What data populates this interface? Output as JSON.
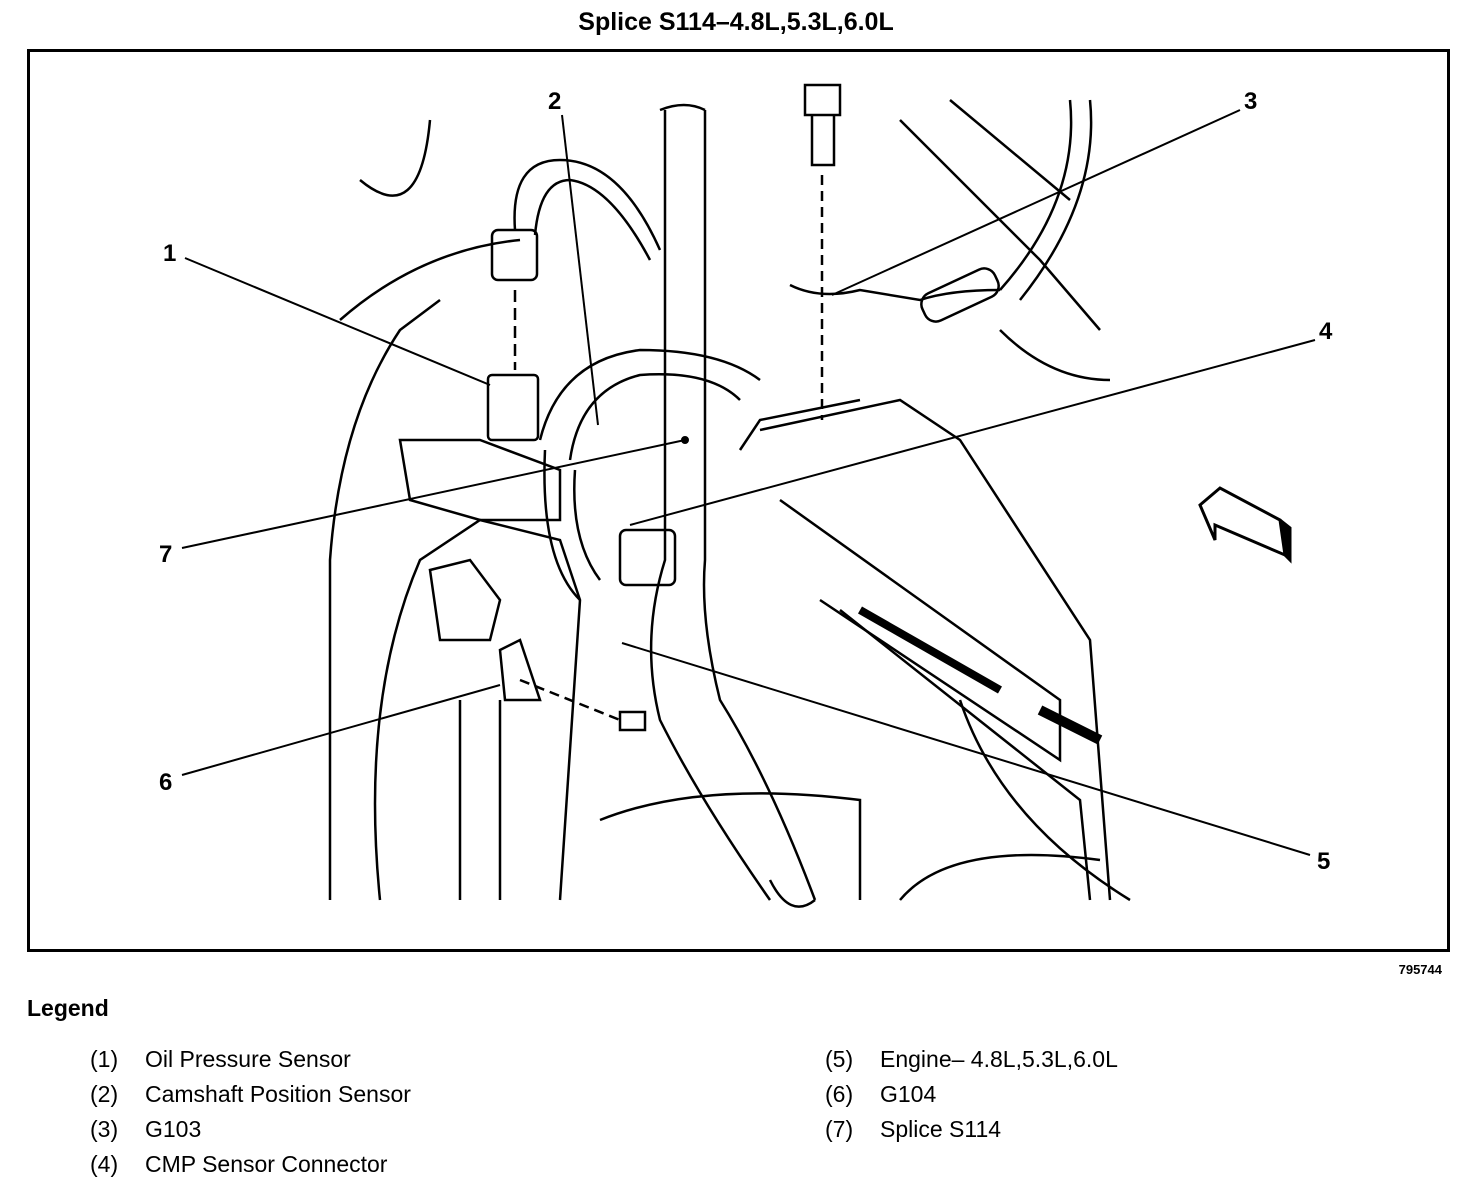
{
  "title": "Splice S114–4.8L,5.3L,6.0L",
  "figure_number": "795744",
  "callouts": [
    "1",
    "2",
    "3",
    "4",
    "5",
    "6",
    "7"
  ],
  "legend": {
    "heading": "Legend",
    "items": [
      {
        "num": "(1)",
        "label": "Oil Pressure Sensor"
      },
      {
        "num": "(2)",
        "label": "Camshaft Position Sensor"
      },
      {
        "num": "(3)",
        "label": "G103"
      },
      {
        "num": "(4)",
        "label": "CMP Sensor Connector"
      },
      {
        "num": "(5)",
        "label": "Engine– 4.8L,5.3L,6.0L"
      },
      {
        "num": "(6)",
        "label": "G104"
      },
      {
        "num": "(7)",
        "label": "Splice S114"
      }
    ]
  }
}
